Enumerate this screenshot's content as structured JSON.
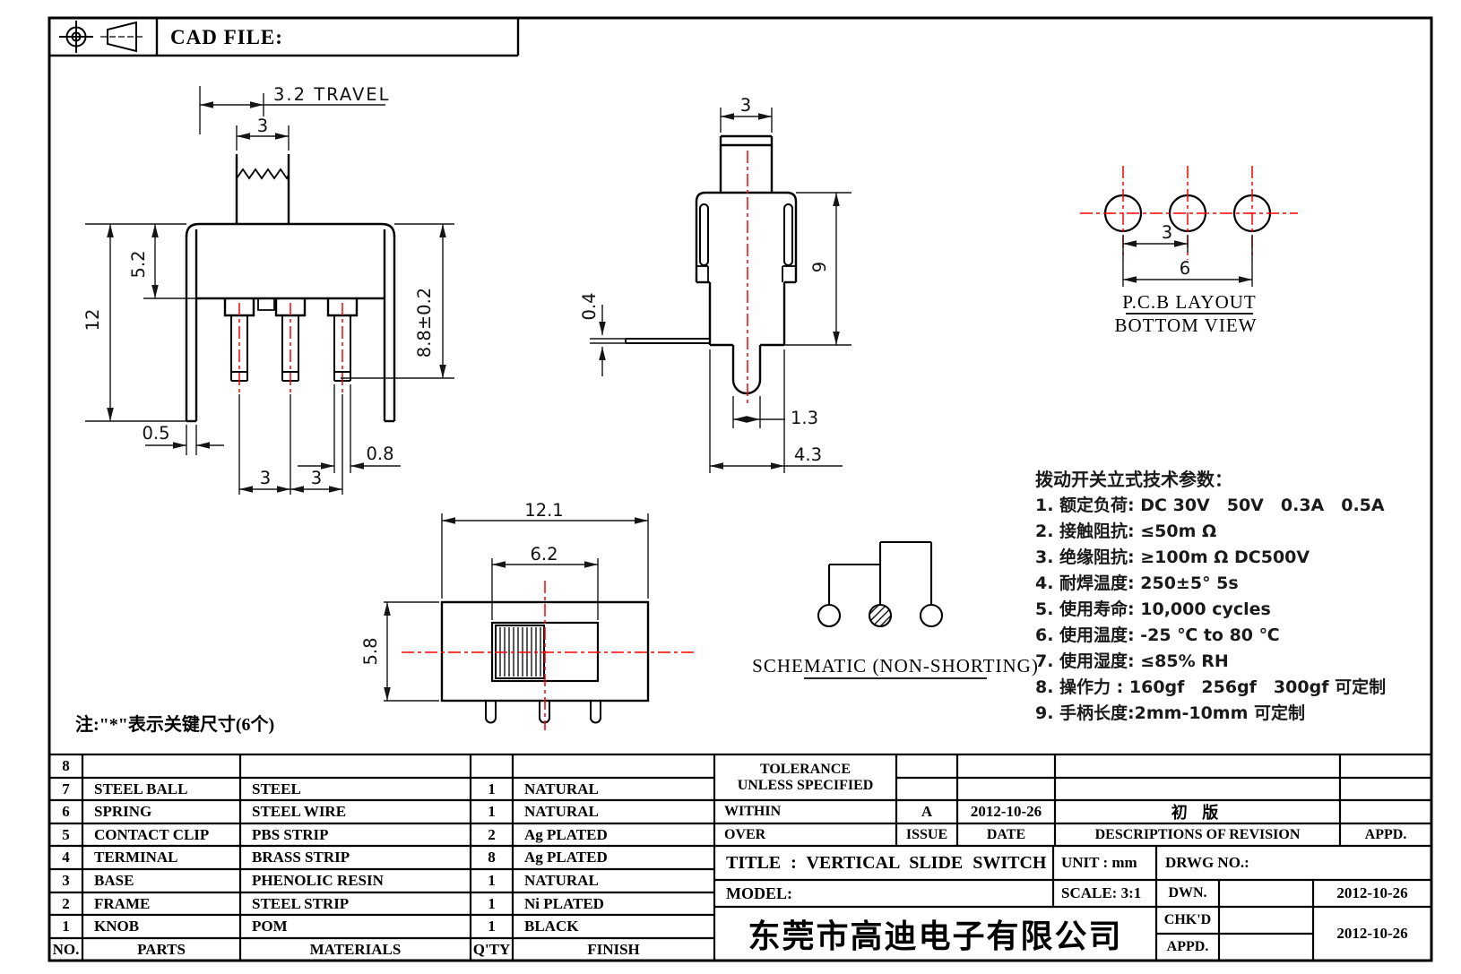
{
  "frame": {
    "cad_file_label": "CAD FILE:"
  },
  "views": {
    "front": {
      "travel": "3.2  TRAVEL",
      "knob_width": "3",
      "upper_height": "5.2",
      "total_height": "12",
      "body_height": "8.8±0.2",
      "leg_thickness": "0.5",
      "pin_width": "0.8",
      "pitch_left": "3",
      "pitch_right": "3"
    },
    "side": {
      "knob_width": "3",
      "body_height": "9",
      "pin_thickness": "0.4",
      "pin_tip_width": "1.3",
      "body_depth": "4.3"
    },
    "pcb": {
      "pitch": "3",
      "span": "6",
      "label_line1": "P.C.B LAYOUT",
      "label_line2": "BOTTOM VIEW"
    },
    "top": {
      "body_width": "12.1",
      "slot_width": "6.2",
      "body_depth": "5.8"
    },
    "schematic": {
      "label": "SCHEMATIC (NON-SHORTING)"
    }
  },
  "tech_params": {
    "title": "拨动开关立式技术参数：",
    "items": [
      "1.  额定负荷: DC 30V　50V　0.3A　0.5A",
      "2.  接触阻抗: ≤50m Ω",
      "3.  绝缘阻抗: ≥100m Ω   DC500V",
      "4.  耐焊温度: 250±5°  5s",
      "5.  使用寿命: 10,000 cycles",
      "6.  使用温度: -25 ℃  to 80 ℃",
      "7.  使用湿度: ≤85% RH",
      "8.  操作力 : 160gf　256gf　300gf  可定制",
      "9.  手柄长度:2mm-10mm  可定制"
    ]
  },
  "note": "注:\"*\"表示关键尺寸(6个)",
  "parts_table": {
    "headers": {
      "no": "NO.",
      "parts": "PARTS",
      "materials": "MATERIALS",
      "qty": "Q'TY",
      "finish": "FINISH"
    },
    "rows": [
      {
        "no": "8",
        "part": "",
        "material": "",
        "qty": "",
        "finish": ""
      },
      {
        "no": "7",
        "part": "STEEL BALL",
        "material": "STEEL",
        "qty": "1",
        "finish": "NATURAL"
      },
      {
        "no": "6",
        "part": "SPRING",
        "material": "STEEL WIRE",
        "qty": "1",
        "finish": "NATURAL"
      },
      {
        "no": "5",
        "part": "CONTACT CLIP",
        "material": "PBS STRIP",
        "qty": "2",
        "finish": "Ag PLATED"
      },
      {
        "no": "4",
        "part": "TERMINAL",
        "material": "BRASS STRIP",
        "qty": "8",
        "finish": "Ag PLATED"
      },
      {
        "no": "3",
        "part": "BASE",
        "material": "PHENOLIC RESIN",
        "qty": "1",
        "finish": "NATURAL"
      },
      {
        "no": "2",
        "part": "FRAME",
        "material": "STEEL STRIP",
        "qty": "1",
        "finish": "Ni PLATED"
      },
      {
        "no": "1",
        "part": "KNOB",
        "material": "POM",
        "qty": "1",
        "finish": "BLACK"
      }
    ]
  },
  "revision": {
    "tolerance_1": "TOLERANCE",
    "tolerance_2": "UNLESS  SPECIFIED",
    "within": "WITHIN",
    "over": "OVER",
    "issue_value": "A",
    "issue_label": "ISSUE",
    "date_value": "2012-10-26",
    "date_label": "DATE",
    "desc_value": "初  版",
    "desc_label": "DESCRIPTIONS OF REVISION",
    "appd_label": "APPD."
  },
  "title_block": {
    "title": "TITLE :   VERTICAL SLIDE SWITCH",
    "unit": "UNIT :  mm",
    "drwg_no": "DRWG NO.:",
    "model": "MODEL:",
    "scale": "SCALE:   3:1",
    "dwn_label": "DWN.",
    "dwn_date": "2012-10-26",
    "chkd_label": "CHK'D",
    "appd_label": "APPD.",
    "approve_date": "2012-10-26",
    "company": "东莞市高迪电子有限公司"
  },
  "colors": {
    "line": "#000000",
    "centerline": "#ff0000",
    "background": "#ffffff"
  }
}
